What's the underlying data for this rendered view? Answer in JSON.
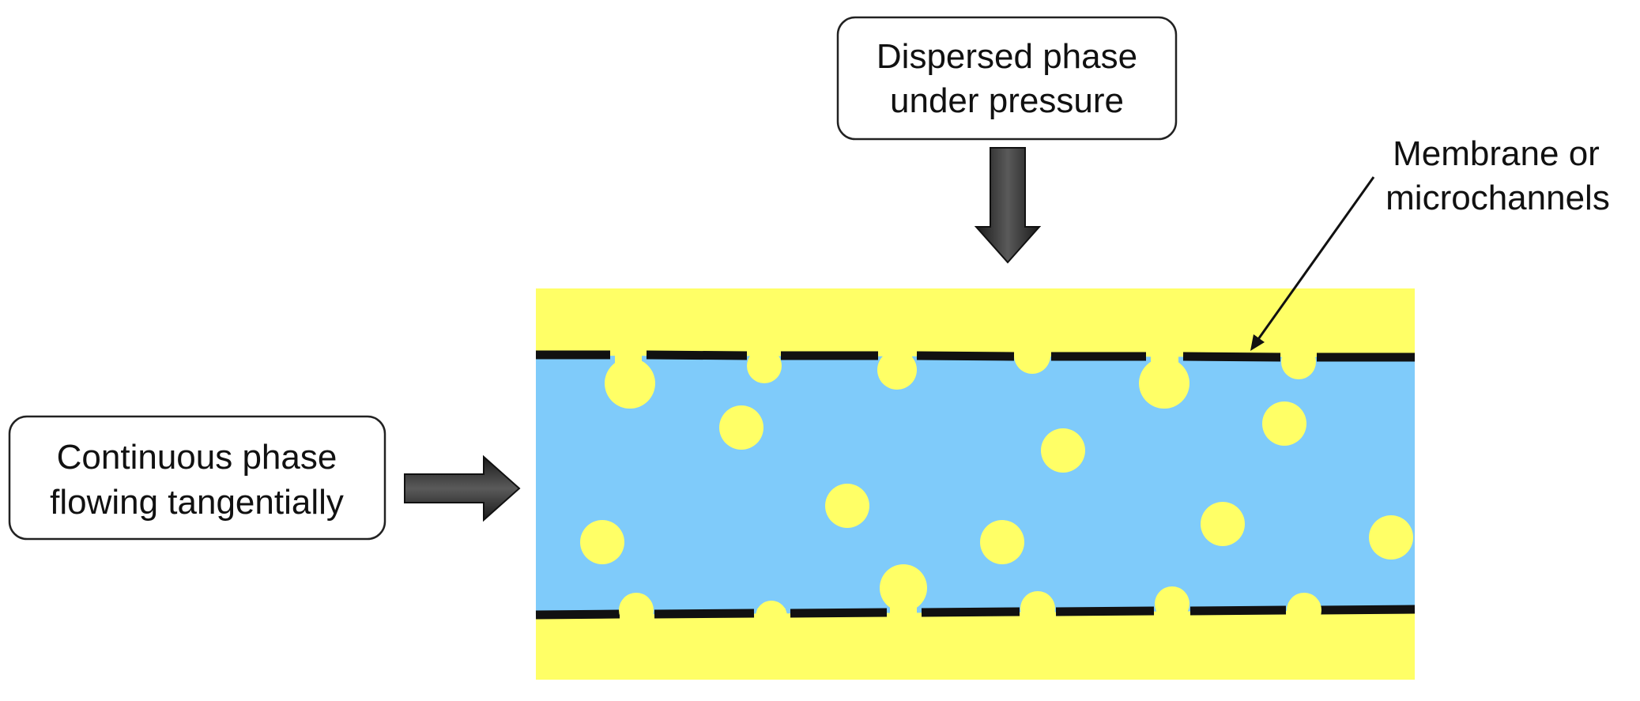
{
  "labels": {
    "dispersed_line1": "Dispersed phase",
    "dispersed_line2": "under pressure",
    "continuous_line1": "Continuous phase",
    "continuous_line2": "flowing tangentially",
    "membrane_line1": "Membrane or",
    "membrane_line2": "microchannels"
  },
  "colors": {
    "dispersed_phase": "#FFFF66",
    "continuous_phase": "#7FCBFA",
    "membrane": "#111111",
    "arrow": "#2A2A2A",
    "label_border": "#222222"
  }
}
